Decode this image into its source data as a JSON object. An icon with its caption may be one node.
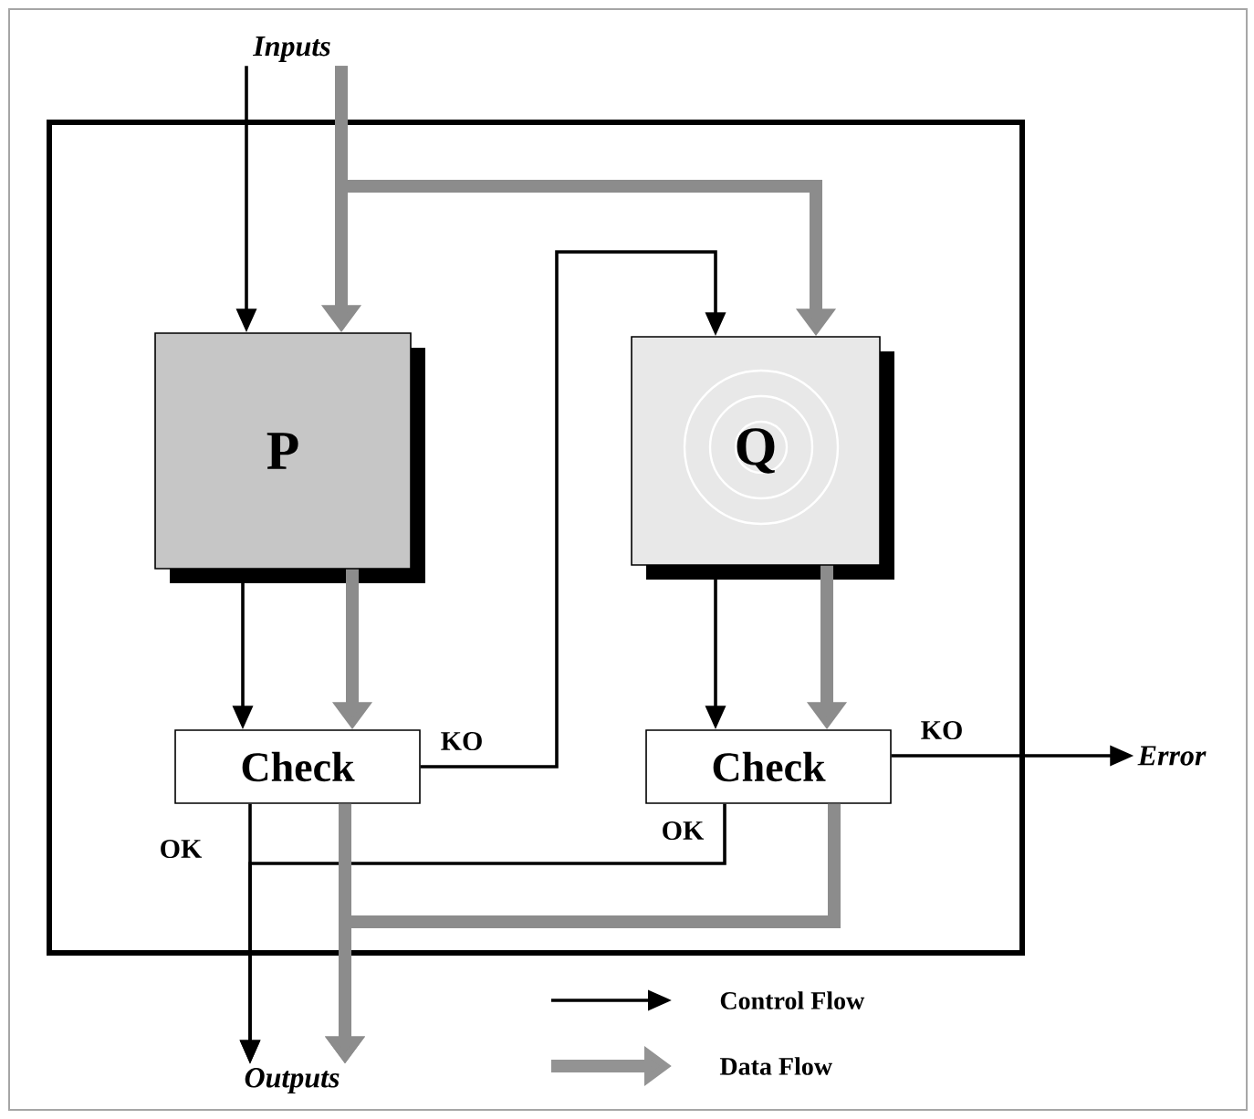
{
  "diagram": {
    "nodes": [
      {
        "text": [],
        "shape": "box"
      },
      {
        "text": [
          "Inputs"
        ]
      },
      {
        "text": [
          "P"
        ],
        "in": 0
      },
      {
        "text": [
          "Q"
        ],
        "in": 0
      },
      {
        "text": [
          "Check"
        ],
        "in": 0
      },
      {
        "text": [
          "Check"
        ],
        "in": 0
      },
      {
        "text": [
          "Outputs"
        ]
      },
      {
        "text": [
          "Error"
        ]
      }
    ],
    "edges": [
      {
        "from": 1,
        "to": 2,
        "arrow": "to"
      },
      {
        "from": 1,
        "to": 2,
        "arrow": "to",
        "style": "thick",
        "color": "#8c8c8c"
      },
      {
        "from": 1,
        "to": 3,
        "arrow": "to",
        "style": "thick",
        "color": "#8c8c8c"
      },
      {
        "from": 2,
        "to": 4,
        "arrow": "to"
      },
      {
        "from": 2,
        "to": 4,
        "arrow": "to",
        "style": "thick",
        "color": "#8c8c8c"
      },
      {
        "from": 4,
        "to": 3,
        "arrow": "to",
        "label": "KO"
      },
      {
        "from": 3,
        "to": 5,
        "arrow": "to"
      },
      {
        "from": 3,
        "to": 5,
        "arrow": "to",
        "style": "thick",
        "color": "#8c8c8c"
      },
      {
        "from": 5,
        "to": 7,
        "arrow": "to",
        "label": "KO"
      },
      {
        "from": 4,
        "to": 6,
        "arrow": "to",
        "label": "OK"
      },
      {
        "from": 5,
        "to": 6,
        "arrow": "to",
        "label": "OK"
      },
      {
        "from": 4,
        "to": 6,
        "arrow": "to",
        "style": "thick",
        "color": "#8c8c8c"
      },
      {
        "from": 5,
        "to": 6,
        "arrow": "to",
        "style": "thick",
        "color": "#8c8c8c"
      }
    ],
    "legend": [
      {
        "text": "Control Flow"
      },
      {
        "text": "Data Flow"
      }
    ]
  }
}
